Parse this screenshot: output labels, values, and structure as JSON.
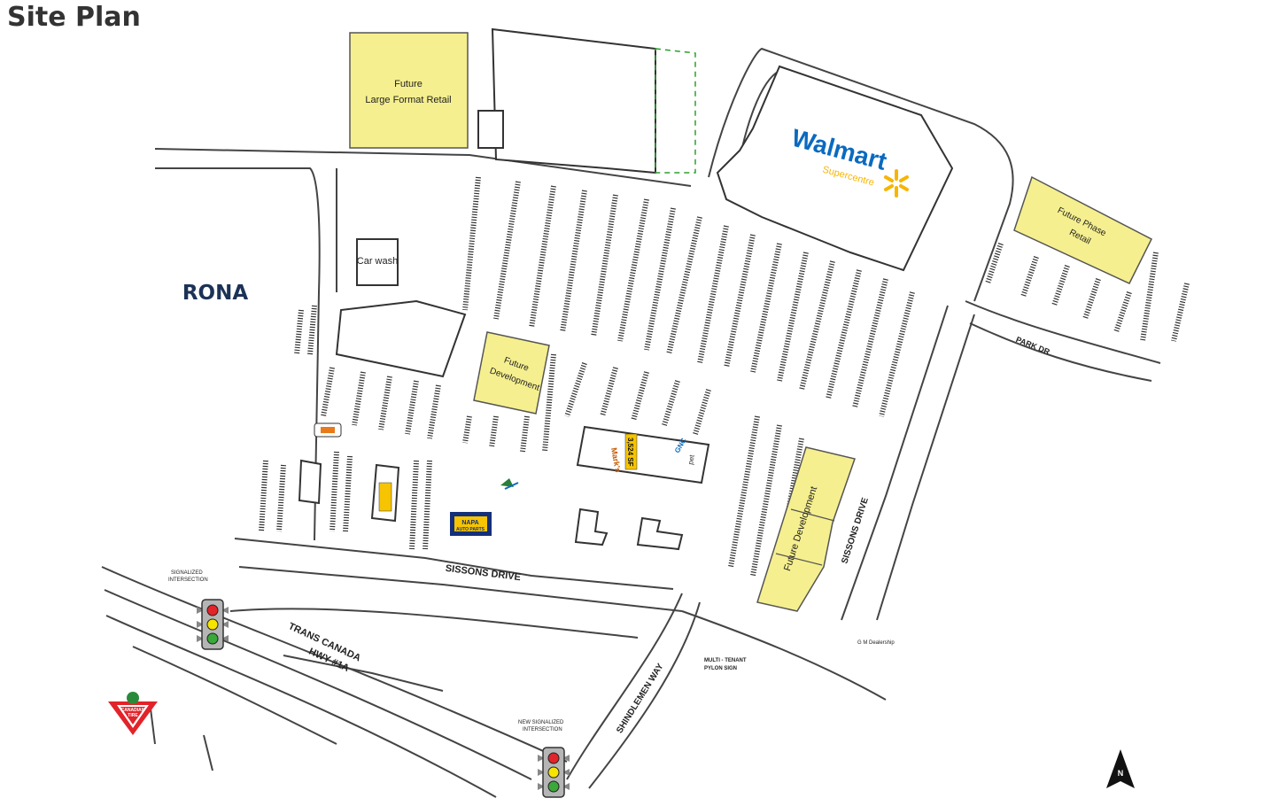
{
  "page": {
    "title": "Site Plan"
  },
  "labels": {
    "future_large_format_1": "Future",
    "future_large_format_2": "Large Format Retail",
    "walmart": "Walmart",
    "supercentre": "Supercentre",
    "future_phase_1": "Future Phase",
    "future_phase_2": "Retail",
    "car_wash": "Car wash",
    "rona": "RONA",
    "future_dev_1": "Future",
    "future_dev_2": "Development",
    "future_dev_east": "Future Development",
    "park_dr": "PARK DR",
    "sissons_drive_south": "SISSONS DRIVE",
    "sissons_drive_east": "SISSONS DRIVE",
    "signalized_1": "SIGNALIZED",
    "signalized_2": "INTERSECTION",
    "new_signalized_1": "NEW SIGNALIZED",
    "new_signalized_2": "INTERSECTION",
    "trans_canada_1": "TRANS CANADA",
    "trans_canada_2": "HWY   #1A",
    "shindleman_way": "SHINDLEMEN WAY",
    "pylon_1": "MULTI - TENANT",
    "pylon_2": "PYLON SIGN",
    "gm_dealership": "G M Dealership",
    "north": "N",
    "sqft": "3,524 SF",
    "marks": "Mark's",
    "pet": "pet",
    "canadian_tire_1": "CANADIAN",
    "canadian_tire_2": "TIRE",
    "napa_1": "NAPA",
    "napa_2": "AUTO PARTS"
  },
  "colors": {
    "future_fill": "#f5ef8f",
    "walmart_blue": "#0a6ac0",
    "walmart_yellow": "#f7b500",
    "rona_navy": "#1c3257",
    "canadian_tire_red": "#e2232a",
    "napa_blue": "#14307a",
    "napa_yellow": "#f6c400"
  }
}
